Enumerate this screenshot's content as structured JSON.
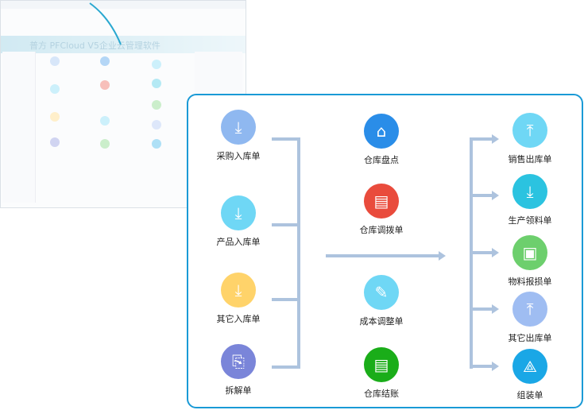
{
  "background_app": {
    "logo_text": "普方 PFCloud V5企业云管理软件"
  },
  "colors": {
    "panel_border": "#1a9ad6",
    "connector": "#adc3de"
  },
  "inbound": [
    {
      "label": "采购入库单",
      "icon": "purchase-inbound-icon",
      "color": "#8fb8f0"
    },
    {
      "label": "产品入库单",
      "icon": "product-inbound-icon",
      "color": "#6fd7f5"
    },
    {
      "label": "其它入库单",
      "icon": "other-inbound-icon",
      "color": "#ffd36a"
    },
    {
      "label": "拆解单",
      "icon": "disassembly-icon",
      "color": "#7a85d9"
    }
  ],
  "middle": [
    {
      "label": "仓库盘点",
      "icon": "warehouse-stocktake-icon",
      "color": "#2a8de8"
    },
    {
      "label": "仓库调拨单",
      "icon": "warehouse-transfer-icon",
      "color": "#e94b3c"
    },
    {
      "label": "成本调整单",
      "icon": "cost-adjust-icon",
      "color": "#6fd7f5"
    },
    {
      "label": "仓库结账",
      "icon": "warehouse-closing-icon",
      "color": "#1aad19"
    }
  ],
  "outbound": [
    {
      "label": "销售出库单",
      "icon": "sales-outbound-icon",
      "color": "#6fd7f5"
    },
    {
      "label": "生产领料单",
      "icon": "production-picking-icon",
      "color": "#2bc3e0"
    },
    {
      "label": "物料报损单",
      "icon": "material-loss-icon",
      "color": "#6dcf6d"
    },
    {
      "label": "其它出库单",
      "icon": "other-outbound-icon",
      "color": "#9fbdf2"
    },
    {
      "label": "组装单",
      "icon": "assembly-icon",
      "color": "#1aa7e6"
    }
  ]
}
